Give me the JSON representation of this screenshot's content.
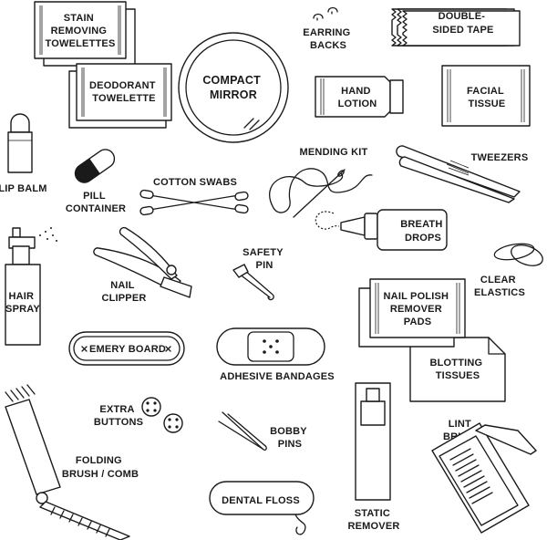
{
  "items": {
    "stain_towelettes": [
      "STAIN",
      "REMOVING",
      "TOWELETTES"
    ],
    "deodorant_towelette": [
      "DEODORANT",
      "TOWELETTE"
    ],
    "compact_mirror": [
      "COMPACT",
      "MIRROR"
    ],
    "earring_backs": [
      "EARRING",
      "BACKS"
    ],
    "double_sided_tape": [
      "DOUBLE-",
      "SIDED TAPE"
    ],
    "hand_lotion": [
      "HAND",
      "LOTION"
    ],
    "facial_tissue": [
      "FACIAL",
      "TISSUE"
    ],
    "lip_balm": "LIP BALM",
    "pill_container": [
      "PILL",
      "CONTAINER"
    ],
    "cotton_swabs": "COTTON SWABS",
    "mending_kit": "MENDING KIT",
    "tweezers": "TWEEZERS",
    "breath_drops": [
      "BREATH",
      "DROPS"
    ],
    "hair_spray": [
      "HAIR",
      "SPRAY"
    ],
    "nail_clipper": [
      "NAIL",
      "CLIPPER"
    ],
    "safety_pin": [
      "SAFETY",
      "PIN"
    ],
    "clear_elastics": [
      "CLEAR",
      "ELASTICS"
    ],
    "nail_polish_remover_pads": [
      "NAIL POLISH",
      "REMOVER",
      "PADS"
    ],
    "emery_board": "EMERY BOARD",
    "adhesive_bandages": "ADHESIVE BANDAGES",
    "blotting_tissues": [
      "BLOTTING",
      "TISSUES"
    ],
    "extra_buttons": [
      "EXTRA",
      "BUTTONS"
    ],
    "bobby_pins": [
      "BOBBY",
      "PINS"
    ],
    "folding_brush_comb": [
      "FOLDING",
      "BRUSH / COMB"
    ],
    "dental_floss": "DENTAL FLOSS",
    "static_remover": [
      "STATIC",
      "REMOVER"
    ],
    "lint_brush": [
      "LINT",
      "BRUSH"
    ]
  },
  "colors": {
    "ink": "#1a1a1a",
    "background": "#ffffff"
  }
}
